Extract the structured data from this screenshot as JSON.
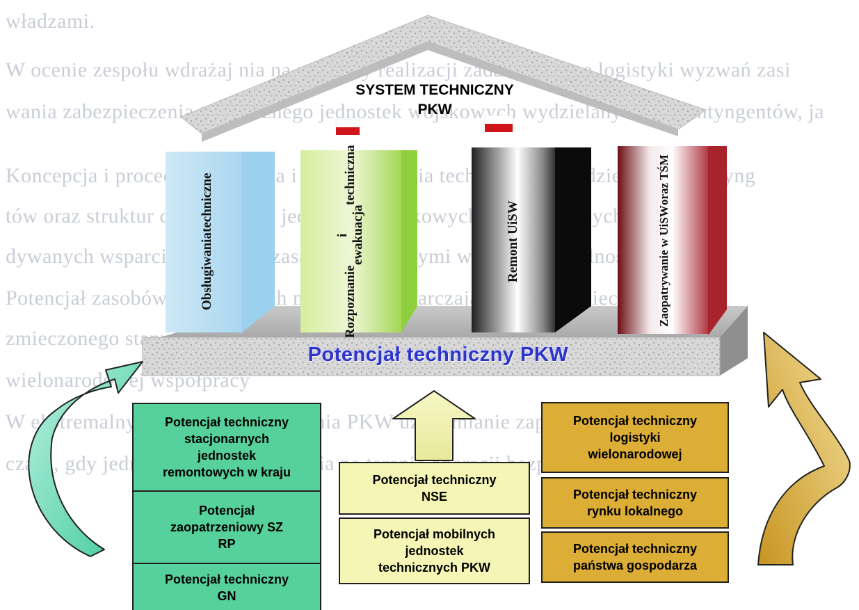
{
  "background_text": [
    "władzami.",
    "W ocenie zespołu wdrażaj nia na potrzeby realizacji zadań w sferze logistyki wyzwań zasi",
    "wania zabezpieczenia technicznego jednostek wojskowych wydzielanych do kontyngentów, ja",
    "Koncepcja i procedury wsparcia i zabezpieczenia technicznego wydzielanych kontyng",
    "tów oraz struktur dowodzenia i jednostek wojskowych przeznaczonych do ich ewa",
    "dywanych wsparcia zgodnie z zasadami przyjętymi w odpowiedzialności NATO.",
    "Potencjał zasobów technicznych musi być wystarczający do zabezpieczenia",
    "zmieczonego stanu gotowości i mobilności jednostek do",
    "wielonarodowej współpracy",
    "W ekstremalnych warunkach działania PKW uzupełnianie zapasów TŚM",
    "czasu, gdy jednostki realizują zadania na terenie operacji bezpośrednio w ramach"
  ],
  "header": {
    "title_line1": "SYSTEM TECHNICZNY",
    "title_line2": "PKW"
  },
  "pillars": [
    {
      "line1": "Obsługiwania",
      "line2": "techniczne",
      "line3": ""
    },
    {
      "line1": "Rozpoznanie",
      "line2": "i ewakuacja",
      "line3": "techniczna"
    },
    {
      "line1": "Remont UiSW",
      "line2": "",
      "line3": ""
    },
    {
      "line1": "Zaopatrywanie w UiSW",
      "line2": "oraz TŚM",
      "line3": ""
    }
  ],
  "base": {
    "label": "Potencjał techniczny PKW"
  },
  "left_boxes": [
    {
      "line1": "Potencjał techniczny",
      "line2": "stacjonarnych",
      "line3": "jednostek",
      "line4": "remontowych w kraju"
    },
    {
      "line1": "Potencjał",
      "line2": "zaopatrzeniowy SZ",
      "line3": "RP",
      "line4": ""
    },
    {
      "line1": "Potencjał techniczny",
      "line2": "GN",
      "line3": "",
      "line4": ""
    }
  ],
  "center_boxes": [
    {
      "line1": "Potencjał techniczny",
      "line2": "NSE",
      "line3": ""
    },
    {
      "line1": "Potencjał mobilnych",
      "line2": "jednostek",
      "line3": "technicznych PKW"
    }
  ],
  "right_boxes": [
    {
      "line1": "Potencjał techniczny",
      "line2": "logistyki",
      "line3": "wielonarodowej"
    },
    {
      "line1": "Potencjał techniczny",
      "line2": "rynku lokalnego",
      "line3": ""
    },
    {
      "line1": "Potencjał techniczny",
      "line2": "państwa gospodarza",
      "line3": ""
    }
  ],
  "colors": {
    "green": "#57d19b",
    "yellow": "#f5f5b6",
    "orange": "#dcae35",
    "base_text": "#2d35c8",
    "flag_red": "#d0141c"
  }
}
